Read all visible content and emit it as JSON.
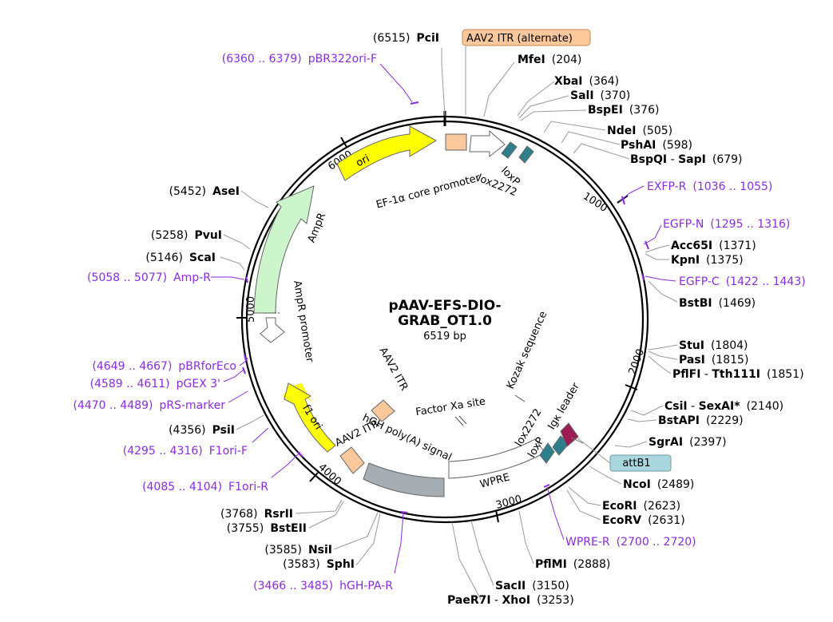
{
  "plasmid": {
    "name_line1": "pAAV-EFS-DIO-",
    "name_line2": "GRAB_OT1.0",
    "length": "6519 bp"
  },
  "colors": {
    "primer": "#8a2be2",
    "ori": "#ffff00",
    "AmpR": "#ccf5cc",
    "AAV2_ITR": "#fbc89c",
    "loxP": "#2e7f8c",
    "Igk_leader": "#9b1b52",
    "hGH_polyA": "#a7aeb3",
    "attB1": "#a9d7dd"
  },
  "ticks": [
    "1000",
    "2000",
    "3000",
    "4000",
    "5000",
    "6000"
  ],
  "enzymes": [
    {
      "id": "pciI",
      "name": "PciI",
      "pos": "(6515)"
    },
    {
      "id": "mfeI",
      "name": "MfeI",
      "pos": "(204)"
    },
    {
      "id": "xbaI",
      "name": "XbaI",
      "pos": "(364)"
    },
    {
      "id": "salI",
      "name": "SalI",
      "pos": "(370)"
    },
    {
      "id": "bspEI",
      "name": "BspEI",
      "pos": "(376)"
    },
    {
      "id": "ndeI",
      "name": "NdeI",
      "pos": "(505)"
    },
    {
      "id": "pshAI",
      "name": "PshAI",
      "pos": "(598)"
    },
    {
      "id": "bspQI",
      "name": "BspQI",
      "sep": " - ",
      "name2": "SapI",
      "pos": "(679)"
    },
    {
      "id": "acc65I",
      "name": "Acc65I",
      "pos": "(1371)"
    },
    {
      "id": "kpnI",
      "name": "KpnI",
      "pos": "(1375)"
    },
    {
      "id": "bstBI",
      "name": "BstBI",
      "pos": "(1469)"
    },
    {
      "id": "stuI",
      "name": "StuI",
      "pos": "(1804)"
    },
    {
      "id": "pasI",
      "name": "PasI",
      "pos": "(1815)"
    },
    {
      "id": "pflFI",
      "name": "PflFI",
      "sep": " - ",
      "name2": "Tth111I",
      "pos": "(1851)"
    },
    {
      "id": "csiI",
      "name": "CsiI",
      "sep": " - ",
      "name2": "SexAI*",
      "pos": "(2140)"
    },
    {
      "id": "bstAPI",
      "name": "BstAPI",
      "pos": "(2229)"
    },
    {
      "id": "sgrAI",
      "name": "SgrAI",
      "pos": "(2397)"
    },
    {
      "id": "ncoI",
      "name": "NcoI",
      "pos": "(2489)"
    },
    {
      "id": "ecoRI",
      "name": "EcoRI",
      "pos": "(2623)"
    },
    {
      "id": "ecoRV",
      "name": "EcoRV",
      "pos": "(2631)"
    },
    {
      "id": "pflMI",
      "name": "PflMI",
      "pos": "(2888)"
    },
    {
      "id": "sacII",
      "name": "SacII",
      "pos": "(3150)"
    },
    {
      "id": "paeR7I",
      "name": "PaeR7I",
      "sep": " - ",
      "name2": "XhoI",
      "pos": "(3253)"
    },
    {
      "id": "sphI",
      "name": "SphI",
      "pos": "(3583)"
    },
    {
      "id": "nsiI",
      "name": "NsiI",
      "pos": "(3585)"
    },
    {
      "id": "bstEII",
      "name": "BstEII",
      "pos": "(3755)"
    },
    {
      "id": "rsrII",
      "name": "RsrII",
      "pos": "(3768)"
    },
    {
      "id": "psiI",
      "name": "PsiI",
      "pos": "(4356)"
    },
    {
      "id": "scaI",
      "name": "ScaI",
      "pos": "(5146)"
    },
    {
      "id": "pvuI",
      "name": "PvuI",
      "pos": "(5258)"
    },
    {
      "id": "aseI",
      "name": "AseI",
      "pos": "(5452)"
    }
  ],
  "primers": [
    {
      "id": "pBR322ori-F",
      "name": "pBR322ori-F",
      "range": "(6360 .. 6379)"
    },
    {
      "id": "EXFP-R",
      "name": "EXFP-R",
      "range": "(1036 .. 1055)"
    },
    {
      "id": "EGFP-N",
      "name": "EGFP-N",
      "range": "(1295 .. 1316)"
    },
    {
      "id": "EGFP-C",
      "name": "EGFP-C",
      "range": "(1422 .. 1443)"
    },
    {
      "id": "WPRE-R",
      "name": "WPRE-R",
      "range": "(2700 .. 2720)"
    },
    {
      "id": "hGH-PA-R",
      "name": "hGH-PA-R",
      "range": "(3466 .. 3485)"
    },
    {
      "id": "F1ori-R",
      "name": "F1ori-R",
      "range": "(4085 .. 4104)"
    },
    {
      "id": "F1ori-F",
      "name": "F1ori-F",
      "range": "(4295 .. 4316)"
    },
    {
      "id": "pRS-marker",
      "name": "pRS-marker",
      "range": "(4470 .. 4489)"
    },
    {
      "id": "pGEX3",
      "name": "pGEX 3'",
      "range": "(4589 .. 4611)"
    },
    {
      "id": "pBRforEco",
      "name": "pBRforEco",
      "range": "(4649 .. 4667)"
    },
    {
      "id": "Amp-R",
      "name": "Amp-R",
      "range": "(5058 .. 5077)"
    }
  ],
  "features": {
    "ori": "ori",
    "AmpR": "AmpR",
    "AmpR_promoter": "AmpR promoter",
    "f1_ori": "f1 ori",
    "EF1a_core_promoter": "EF-1α core promoter",
    "lox2272_top": "lox2272",
    "loxP_top": "loxP",
    "AAV2_ITR_inner": "AAV2 ITR",
    "AAV2_ITR_lower": "AAV2 ITR",
    "hGH_polyA_signal": "hGH poly(A) signal",
    "Factor_Xa_site": "Factor Xa site",
    "Kozak_sequence": "Kozak sequence",
    "lox2272_bottom": "lox2272",
    "loxP_bottom": "loxP",
    "Igk_leader": "Igκ leader",
    "WPRE": "WPRE",
    "AAV2_ITR_alternate": "AAV2 ITR (alternate)",
    "attB1": "attB1"
  }
}
